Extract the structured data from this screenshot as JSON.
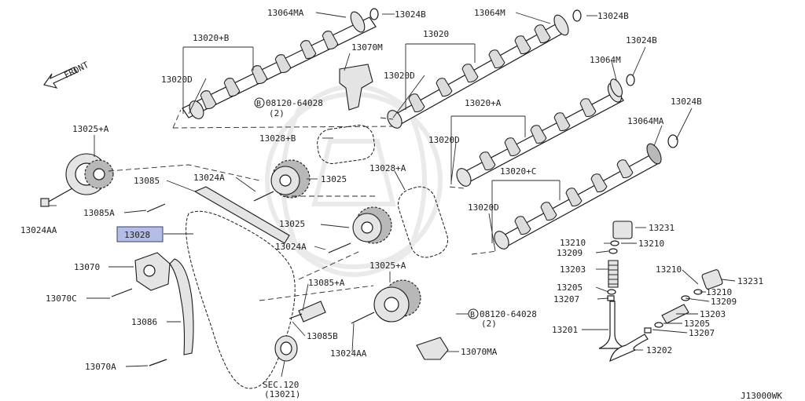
{
  "diagram_code": "J13000WK",
  "direction_label": "FRONT",
  "highlight_color": "#b4bde6",
  "labels": {
    "l13064MA_top": "13064MA",
    "l13024B_a": "13024B",
    "l13064M_top": "13064M",
    "l13024B_b": "13024B",
    "l13020B": "13020+B",
    "l13020_top": "13020",
    "l13070M": "13070M",
    "l13024B_c": "13024B",
    "l13020D_a": "13020D",
    "l13020D_b": "13020D",
    "l13064M_r": "13064M",
    "bolt_top_code": "08120-64028",
    "bolt_top_qty": "(2)",
    "bolt_circle": "B",
    "l13020A": "13020+A",
    "l13024B_d": "13024B",
    "l13025A_top": "13025+A",
    "l13028B": "13028+B",
    "l13020D_c": "13020D",
    "l13064MA_r": "13064MA",
    "l13028A": "13028+A",
    "l13020C": "13020+C",
    "l13085": "13085",
    "l13024A_a": "13024A",
    "l13025_a": "13025",
    "l13085A": "13085A",
    "l13020D_d": "13020D",
    "l13231_a": "13231",
    "l13024AA_l": "13024AA",
    "l13028": "13028",
    "l13025_b": "13025",
    "l13210_a": "13210",
    "l13210_b": "13210",
    "l13024A_b": "13024A",
    "l13209_a": "13209",
    "l13070": "13070",
    "l13025A_b": "13025+A",
    "l13203_a": "13203",
    "l13210_c": "13210",
    "l13231_b": "13231",
    "l13085A_plus": "13085+A",
    "l13205_a": "13205",
    "l13210_d": "13210",
    "l13070C": "13070C",
    "l13207_a": "13207",
    "l13209_b": "13209",
    "bolt_bot_code": "08120-64028",
    "bolt_bot_qty": "(2)",
    "l13203_b": "13203",
    "l13086": "13086",
    "l13085B": "13085B",
    "l13205_b": "13205",
    "l13201": "13201",
    "l13207_b": "13207",
    "l13024AA_b": "13024AA",
    "l13070MA": "13070MA",
    "l13202": "13202",
    "l13070A": "13070A",
    "sec_ref": "SEC.120",
    "sec_sub": "(13021)"
  }
}
